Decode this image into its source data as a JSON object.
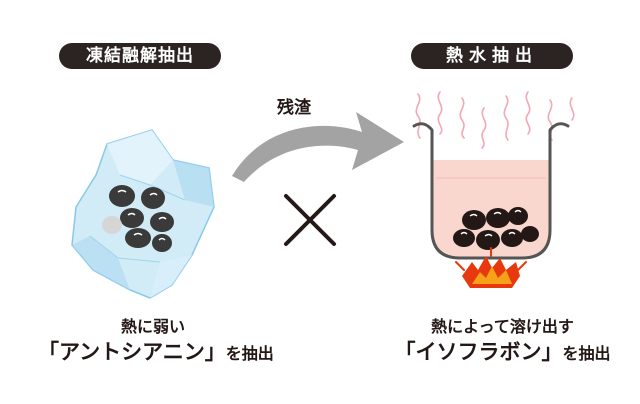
{
  "left_panel": {
    "header": "凍結融解抽出",
    "caption_line1": "熱に弱い",
    "caption_line2_prefix": "「",
    "caption_line2_term": "アントシアニン",
    "caption_line2_suffix": "」を抽出"
  },
  "arrow": {
    "label": "残渣"
  },
  "right_panel": {
    "header": "熱水抽出",
    "caption_line1": "熱によって溶け出す",
    "caption_line2_prefix": "「",
    "caption_line2_term": "イソフラボン",
    "caption_line2_suffix": "」を抽出"
  },
  "colors": {
    "pill_bg": "#2b2422",
    "ice": "#bfe3f5",
    "ice_edge": "#7cc4e8",
    "bean": "#3a3a3a",
    "arrow": "#a3a3a3",
    "cross": "#231815",
    "water": "#f9d7cf",
    "steam": "#f2a9b6",
    "flame_outer": "#e8380d",
    "flame_inner": "#f6a11a"
  }
}
